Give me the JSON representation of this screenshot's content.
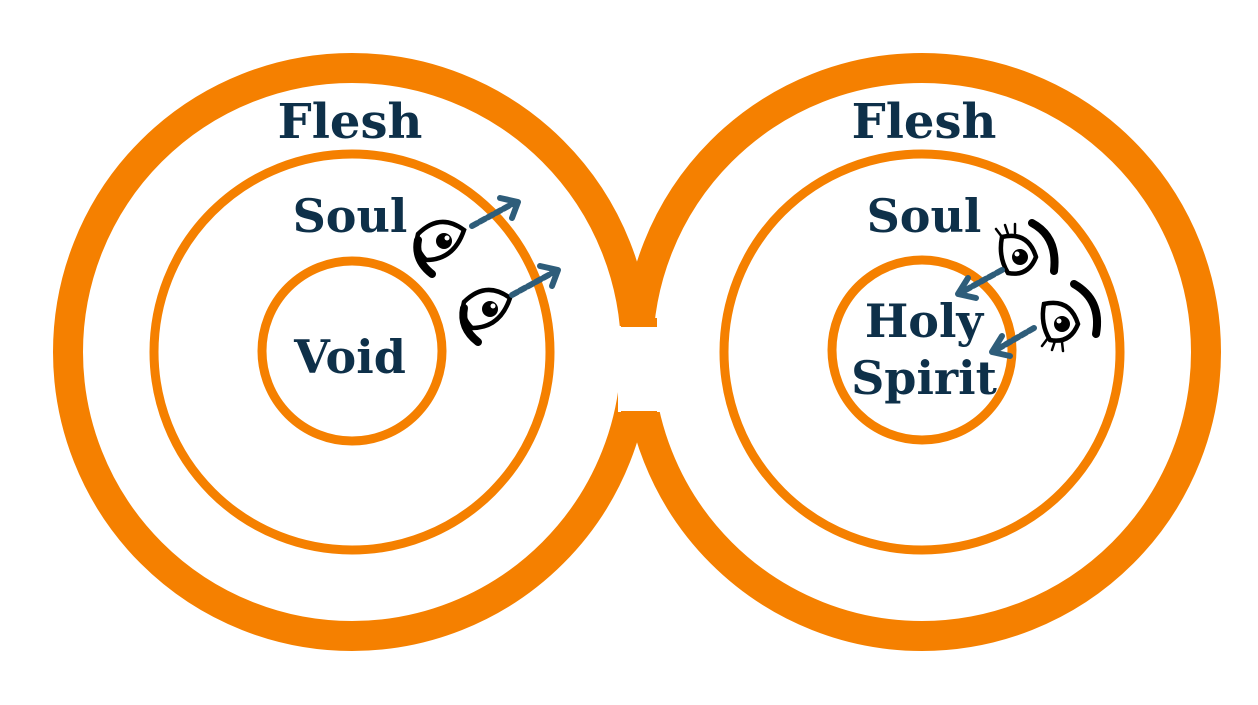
{
  "colors": {
    "ring": "#F58000",
    "label": "#0E3049",
    "arrow": "#2E5D7A",
    "eye": "#000000"
  },
  "left_figure": {
    "outer_label": "Flesh",
    "middle_label": "Soul",
    "center_label": "Void",
    "eyes_direction": "outward"
  },
  "right_figure": {
    "outer_label": "Flesh",
    "middle_label": "Soul",
    "center_label_line1": "Holy",
    "center_label_line2": "Spirit",
    "eyes_direction": "inward"
  }
}
